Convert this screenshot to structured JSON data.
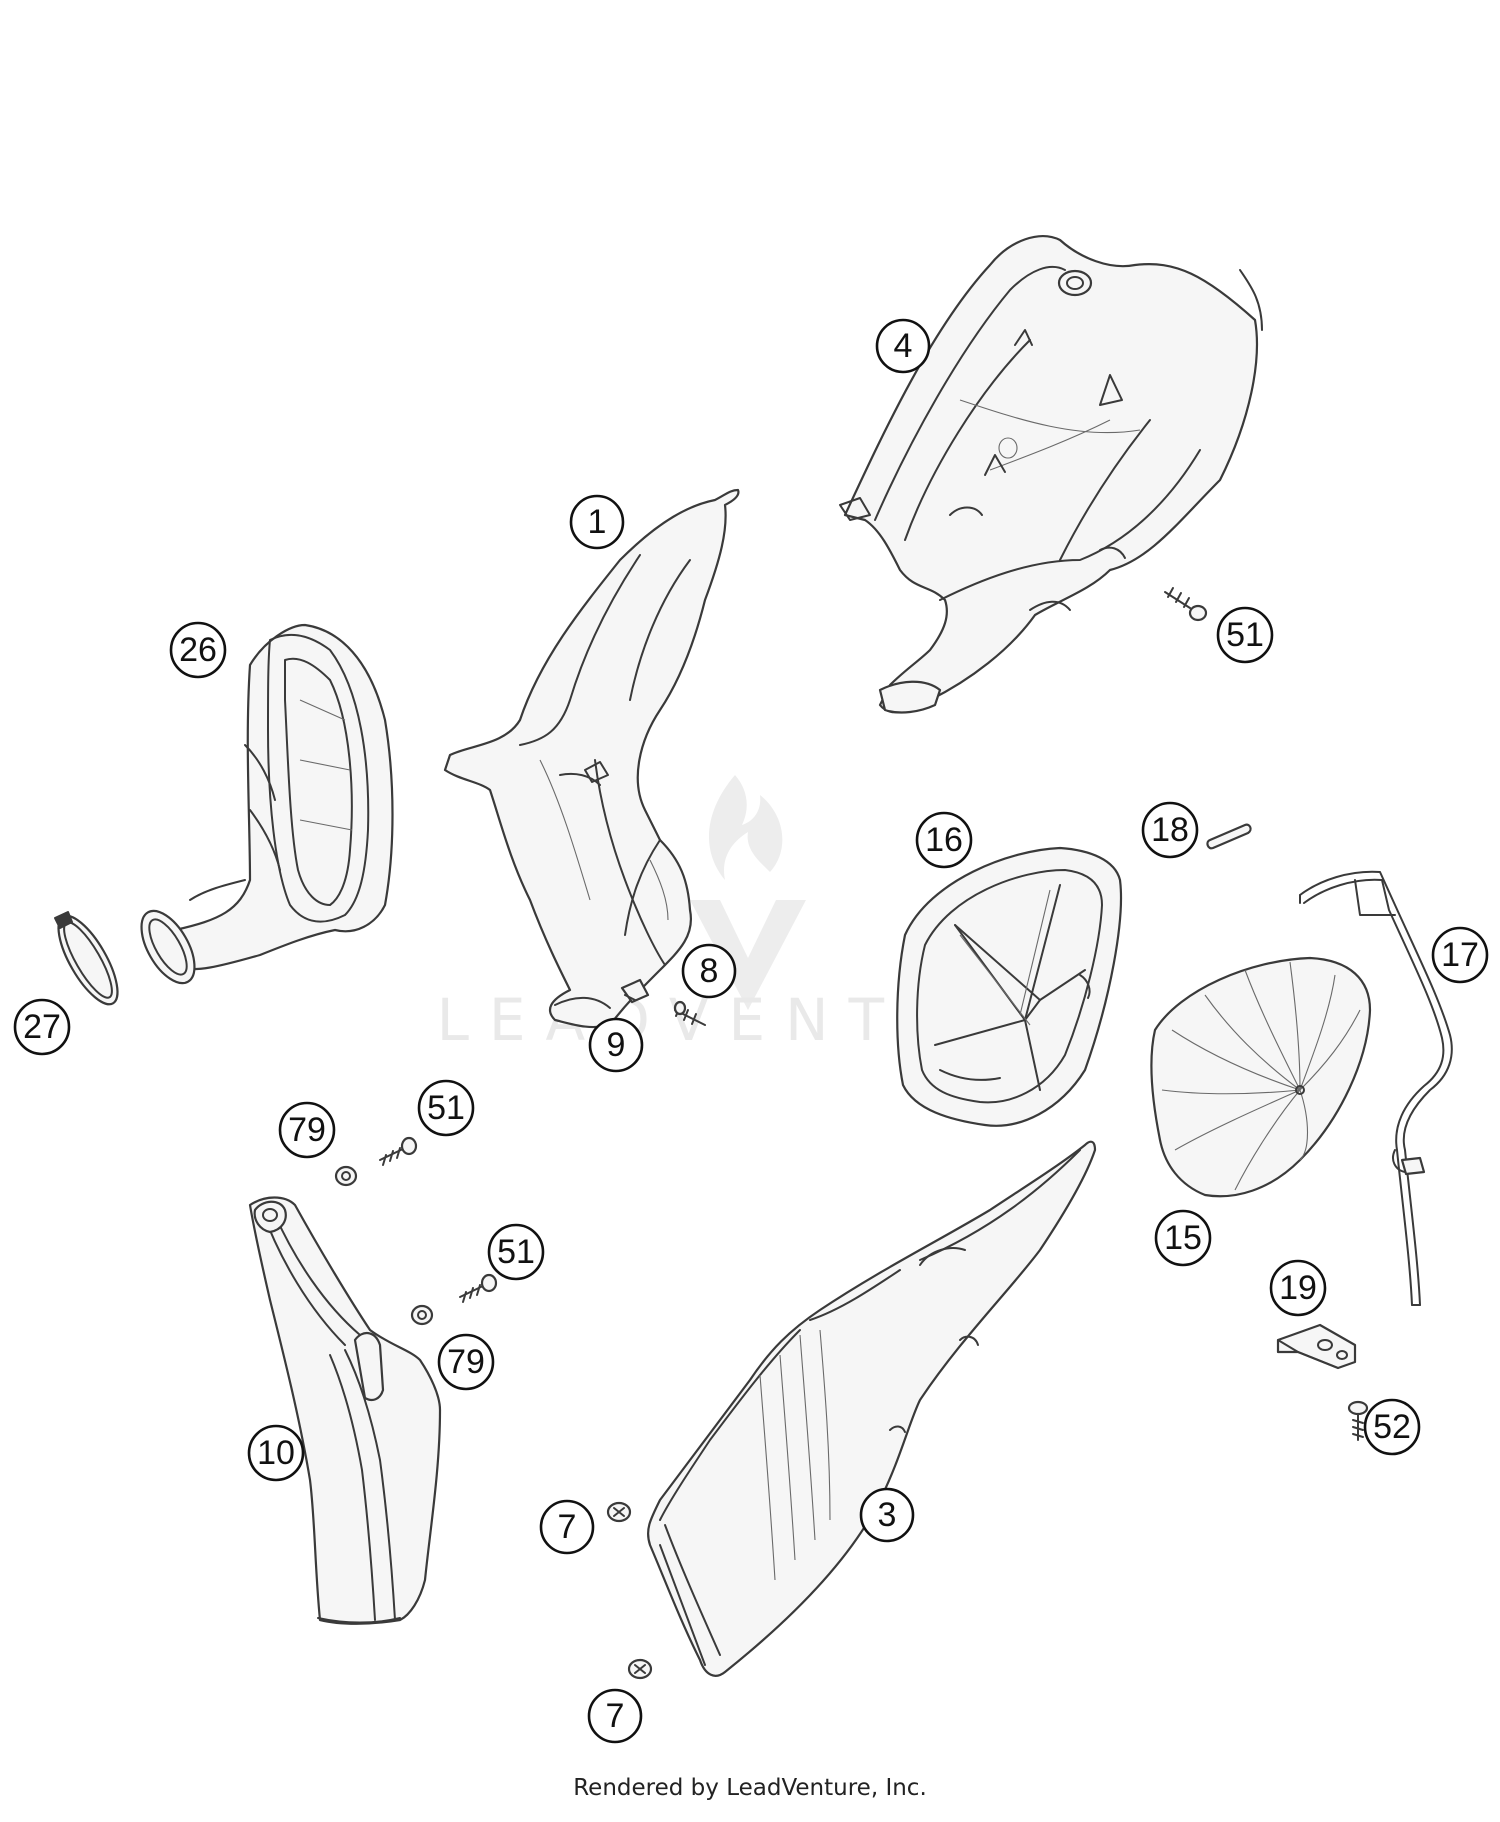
{
  "diagram": {
    "callouts": [
      {
        "part": "1",
        "label": "1"
      },
      {
        "part": "3",
        "label": "3"
      },
      {
        "part": "4",
        "label": "4"
      },
      {
        "part": "7-upper",
        "label": "7"
      },
      {
        "part": "7-lower",
        "label": "7"
      },
      {
        "part": "8",
        "label": "8"
      },
      {
        "part": "9",
        "label": "9"
      },
      {
        "part": "10",
        "label": "10"
      },
      {
        "part": "15",
        "label": "15"
      },
      {
        "part": "16",
        "label": "16"
      },
      {
        "part": "17",
        "label": "17"
      },
      {
        "part": "18",
        "label": "18"
      },
      {
        "part": "19",
        "label": "19"
      },
      {
        "part": "26",
        "label": "26"
      },
      {
        "part": "27",
        "label": "27"
      },
      {
        "part": "51-top",
        "label": "51"
      },
      {
        "part": "51-middle",
        "label": "51"
      },
      {
        "part": "51-lower",
        "label": "51"
      },
      {
        "part": "52",
        "label": "52"
      },
      {
        "part": "79-upper",
        "label": "79"
      },
      {
        "part": "79-lower",
        "label": "79"
      }
    ]
  },
  "watermark": {
    "text": "LEADVENTURE"
  },
  "footer": {
    "credit": "Rendered by LeadVenture, Inc."
  },
  "colors": {
    "line": "#3a3a3a",
    "callout_stroke": "#111111",
    "watermark": "#e9e9e9",
    "background": "#ffffff"
  }
}
